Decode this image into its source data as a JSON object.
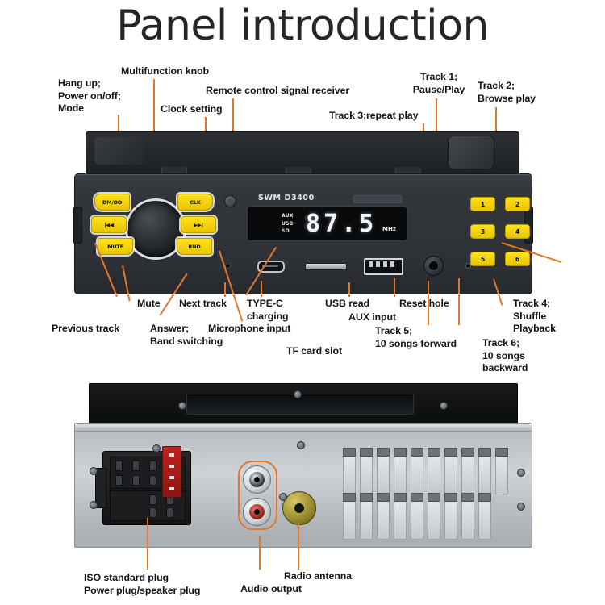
{
  "page": {
    "title": "Panel introduction",
    "background": "#ffffff",
    "leader_color": "#e4762c",
    "accent_button_color": "#ffe21d"
  },
  "top_device": {
    "brand": "SWM  D3400",
    "display": {
      "frequency": "87.5",
      "unit": "MHz",
      "ghost": "8",
      "sources": "AUX\nUSB\nSD"
    },
    "buttons": {
      "mode": "DM/OD",
      "clk": "CLK",
      "prev": "|◀◀",
      "next": "▶▶|",
      "mute": "MUTE",
      "band": "BND"
    },
    "presets": [
      "1",
      "2",
      "3",
      "4",
      "5",
      "6"
    ]
  },
  "callouts_top": [
    {
      "id": "hang-up",
      "text": "Hang up;\nPower on/off;\nMode"
    },
    {
      "id": "multifunction",
      "text": "Multifunction knob"
    },
    {
      "id": "clock-setting",
      "text": "Clock setting"
    },
    {
      "id": "remote-receiver",
      "text": "Remote control signal receiver"
    },
    {
      "id": "track-1",
      "text": "Track 1;\nPause/Play"
    },
    {
      "id": "track-2",
      "text": "Track 2;\nBrowse play"
    },
    {
      "id": "track-3",
      "text": "Track 3;repeat play"
    }
  ],
  "callouts_bottom": [
    {
      "id": "previous-track",
      "text": "Previous track"
    },
    {
      "id": "mute",
      "text": "Mute"
    },
    {
      "id": "answer-band",
      "text": "Answer;\nBand switching"
    },
    {
      "id": "next-track",
      "text": "Next track"
    },
    {
      "id": "microphone",
      "text": "Microphone input"
    },
    {
      "id": "type-c",
      "text": "TYPE-C\ncharging"
    },
    {
      "id": "tf-card",
      "text": "TF card slot"
    },
    {
      "id": "usb-read",
      "text": "USB read"
    },
    {
      "id": "aux-input",
      "text": "AUX input"
    },
    {
      "id": "reset-hole",
      "text": "Reset hole"
    },
    {
      "id": "track-5",
      "text": "Track 5;\n10 songs forward"
    },
    {
      "id": "track-4",
      "text": "Track 4;\nShuffle\nPlayback"
    },
    {
      "id": "track-6",
      "text": "Track 6;\n10 songs\nbackward"
    }
  ],
  "callouts_rear": [
    {
      "id": "iso-plug",
      "text": "ISO standard plug\nPower plug/speaker plug"
    },
    {
      "id": "audio-output",
      "text": "Audio output"
    },
    {
      "id": "radio-antenna",
      "text": "Radio antenna"
    }
  ]
}
